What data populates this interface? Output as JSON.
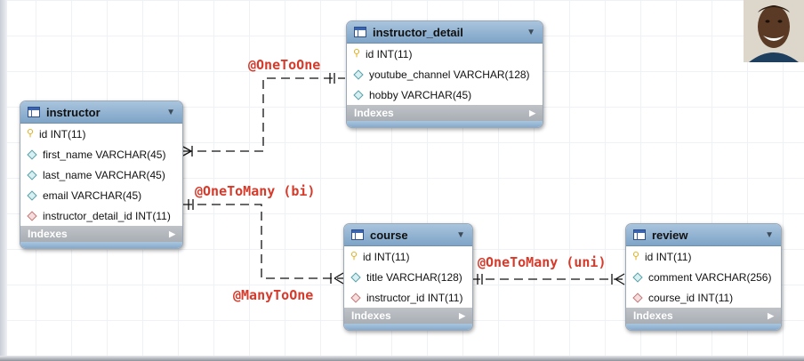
{
  "tables": {
    "instructor": {
      "name": "instructor",
      "columns": [
        {
          "text": "id INT(11)",
          "kind": "pk"
        },
        {
          "text": "first_name VARCHAR(45)",
          "kind": "col"
        },
        {
          "text": "last_name VARCHAR(45)",
          "kind": "col"
        },
        {
          "text": "email VARCHAR(45)",
          "kind": "col"
        },
        {
          "text": "instructor_detail_id INT(11)",
          "kind": "fk"
        }
      ],
      "indexes_label": "Indexes"
    },
    "instructor_detail": {
      "name": "instructor_detail",
      "columns": [
        {
          "text": "id INT(11)",
          "kind": "pk"
        },
        {
          "text": "youtube_channel VARCHAR(128)",
          "kind": "col"
        },
        {
          "text": "hobby VARCHAR(45)",
          "kind": "col"
        }
      ],
      "indexes_label": "Indexes"
    },
    "course": {
      "name": "course",
      "columns": [
        {
          "text": "id INT(11)",
          "kind": "pk"
        },
        {
          "text": "title VARCHAR(128)",
          "kind": "col"
        },
        {
          "text": "instructor_id INT(11)",
          "kind": "fk"
        }
      ],
      "indexes_label": "Indexes"
    },
    "review": {
      "name": "review",
      "columns": [
        {
          "text": "id INT(11)",
          "kind": "pk"
        },
        {
          "text": "comment VARCHAR(256)",
          "kind": "col"
        },
        {
          "text": "course_id INT(11)",
          "kind": "fk"
        }
      ],
      "indexes_label": "Indexes"
    }
  },
  "relationships": {
    "one_to_one": "@OneToOne",
    "one_to_many_bi": "@OneToMany (bi)",
    "many_to_one": "@ManyToOne",
    "one_to_many_uni": "@OneToMany (uni)"
  },
  "colors": {
    "label": "#d63a2a",
    "header": "#7ea4c7",
    "indexes": "#a9aeb4"
  },
  "icons": [
    "table-icon",
    "key-icon",
    "column-diamond-icon",
    "foreign-key-diamond-icon",
    "chevron-down-icon",
    "chevron-right-icon"
  ]
}
